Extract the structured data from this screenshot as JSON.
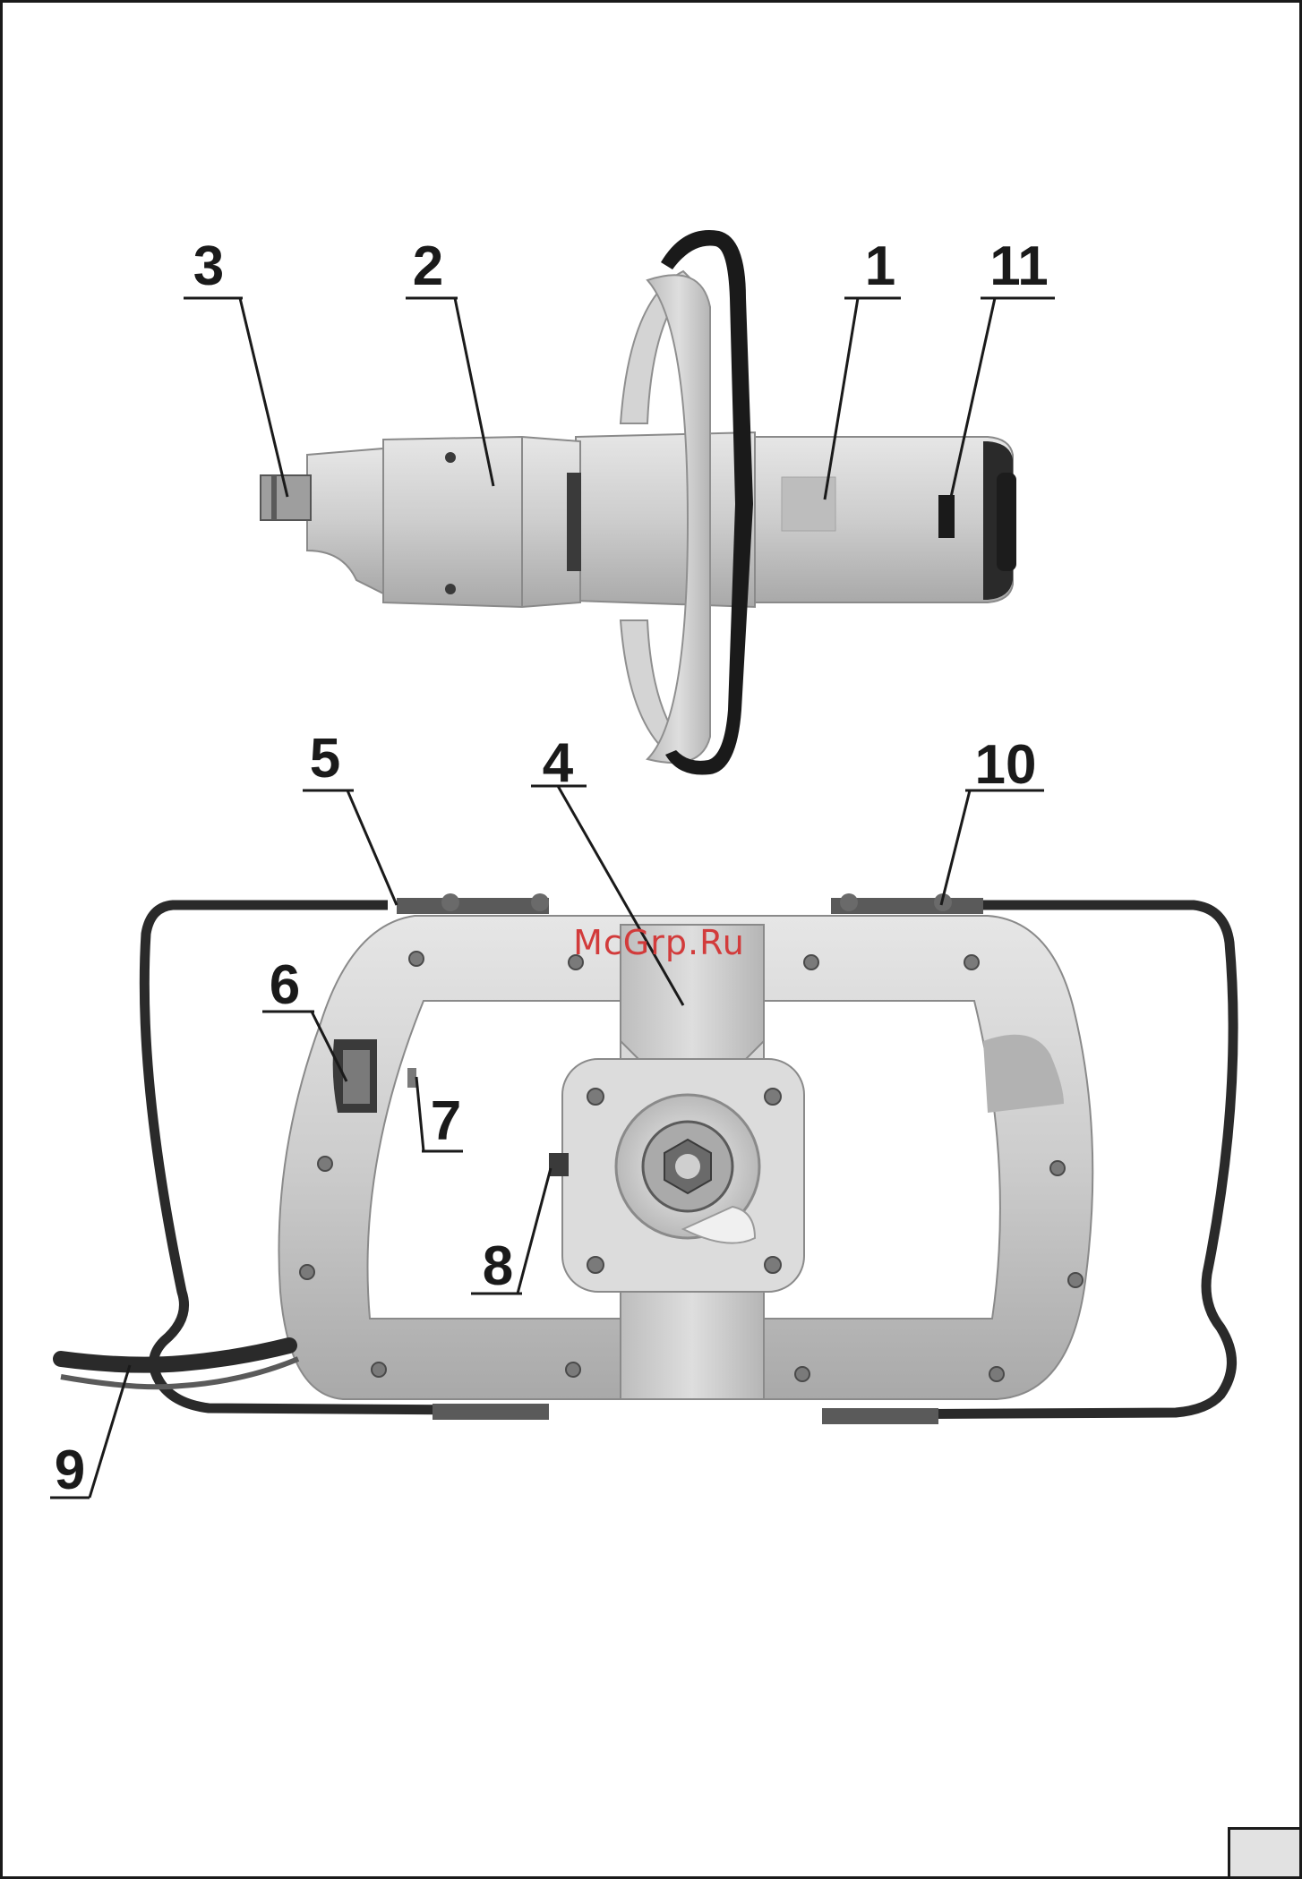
{
  "watermark": "McGrp.Ru",
  "callouts": [
    {
      "id": "1",
      "label": "1"
    },
    {
      "id": "2",
      "label": "2"
    },
    {
      "id": "3",
      "label": "3"
    },
    {
      "id": "4",
      "label": "4"
    },
    {
      "id": "5",
      "label": "5"
    },
    {
      "id": "6",
      "label": "6"
    },
    {
      "id": "7",
      "label": "7"
    },
    {
      "id": "8",
      "label": "8"
    },
    {
      "id": "9",
      "label": "9"
    },
    {
      "id": "10",
      "label": "10"
    },
    {
      "id": "11",
      "label": "11"
    }
  ],
  "colors": {
    "body_grey": "#c9c9c9",
    "shadow_grey": "#9a9a9a",
    "dark": "#1a1a1a",
    "watermark": "#d23b3b"
  }
}
